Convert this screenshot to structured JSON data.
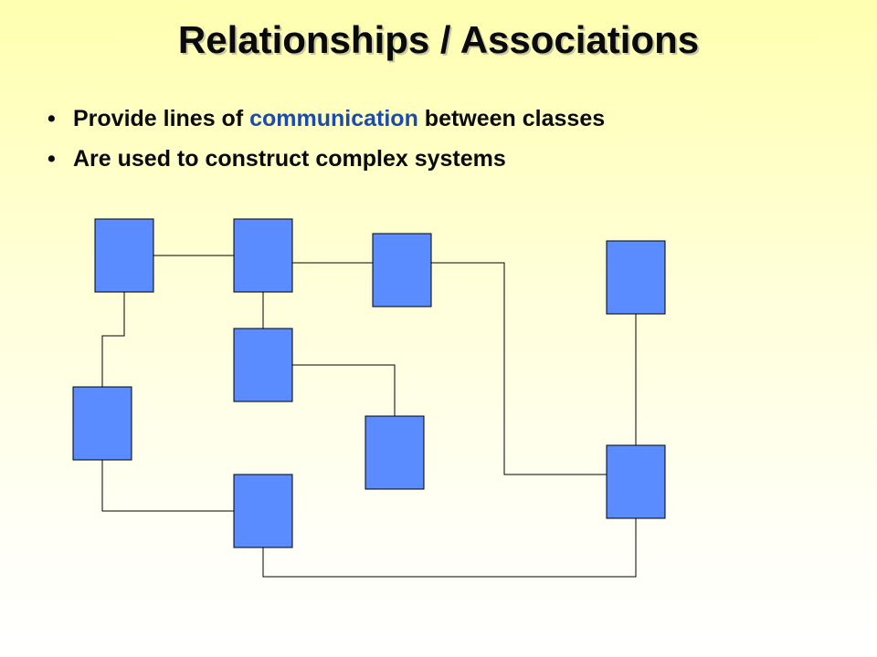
{
  "title": "Relationships / Associations",
  "bullet_char": "•",
  "bullets": [
    {
      "before": "Provide lines of ",
      "highlight": "communication",
      "after": " between classes"
    },
    {
      "text": "Are used to construct complex systems"
    }
  ],
  "colors": {
    "class_box_fill": "#5B8CFF",
    "class_box_stroke": "#000000",
    "connector_stroke": "#000000",
    "highlight_text": "#1B4BAF"
  }
}
